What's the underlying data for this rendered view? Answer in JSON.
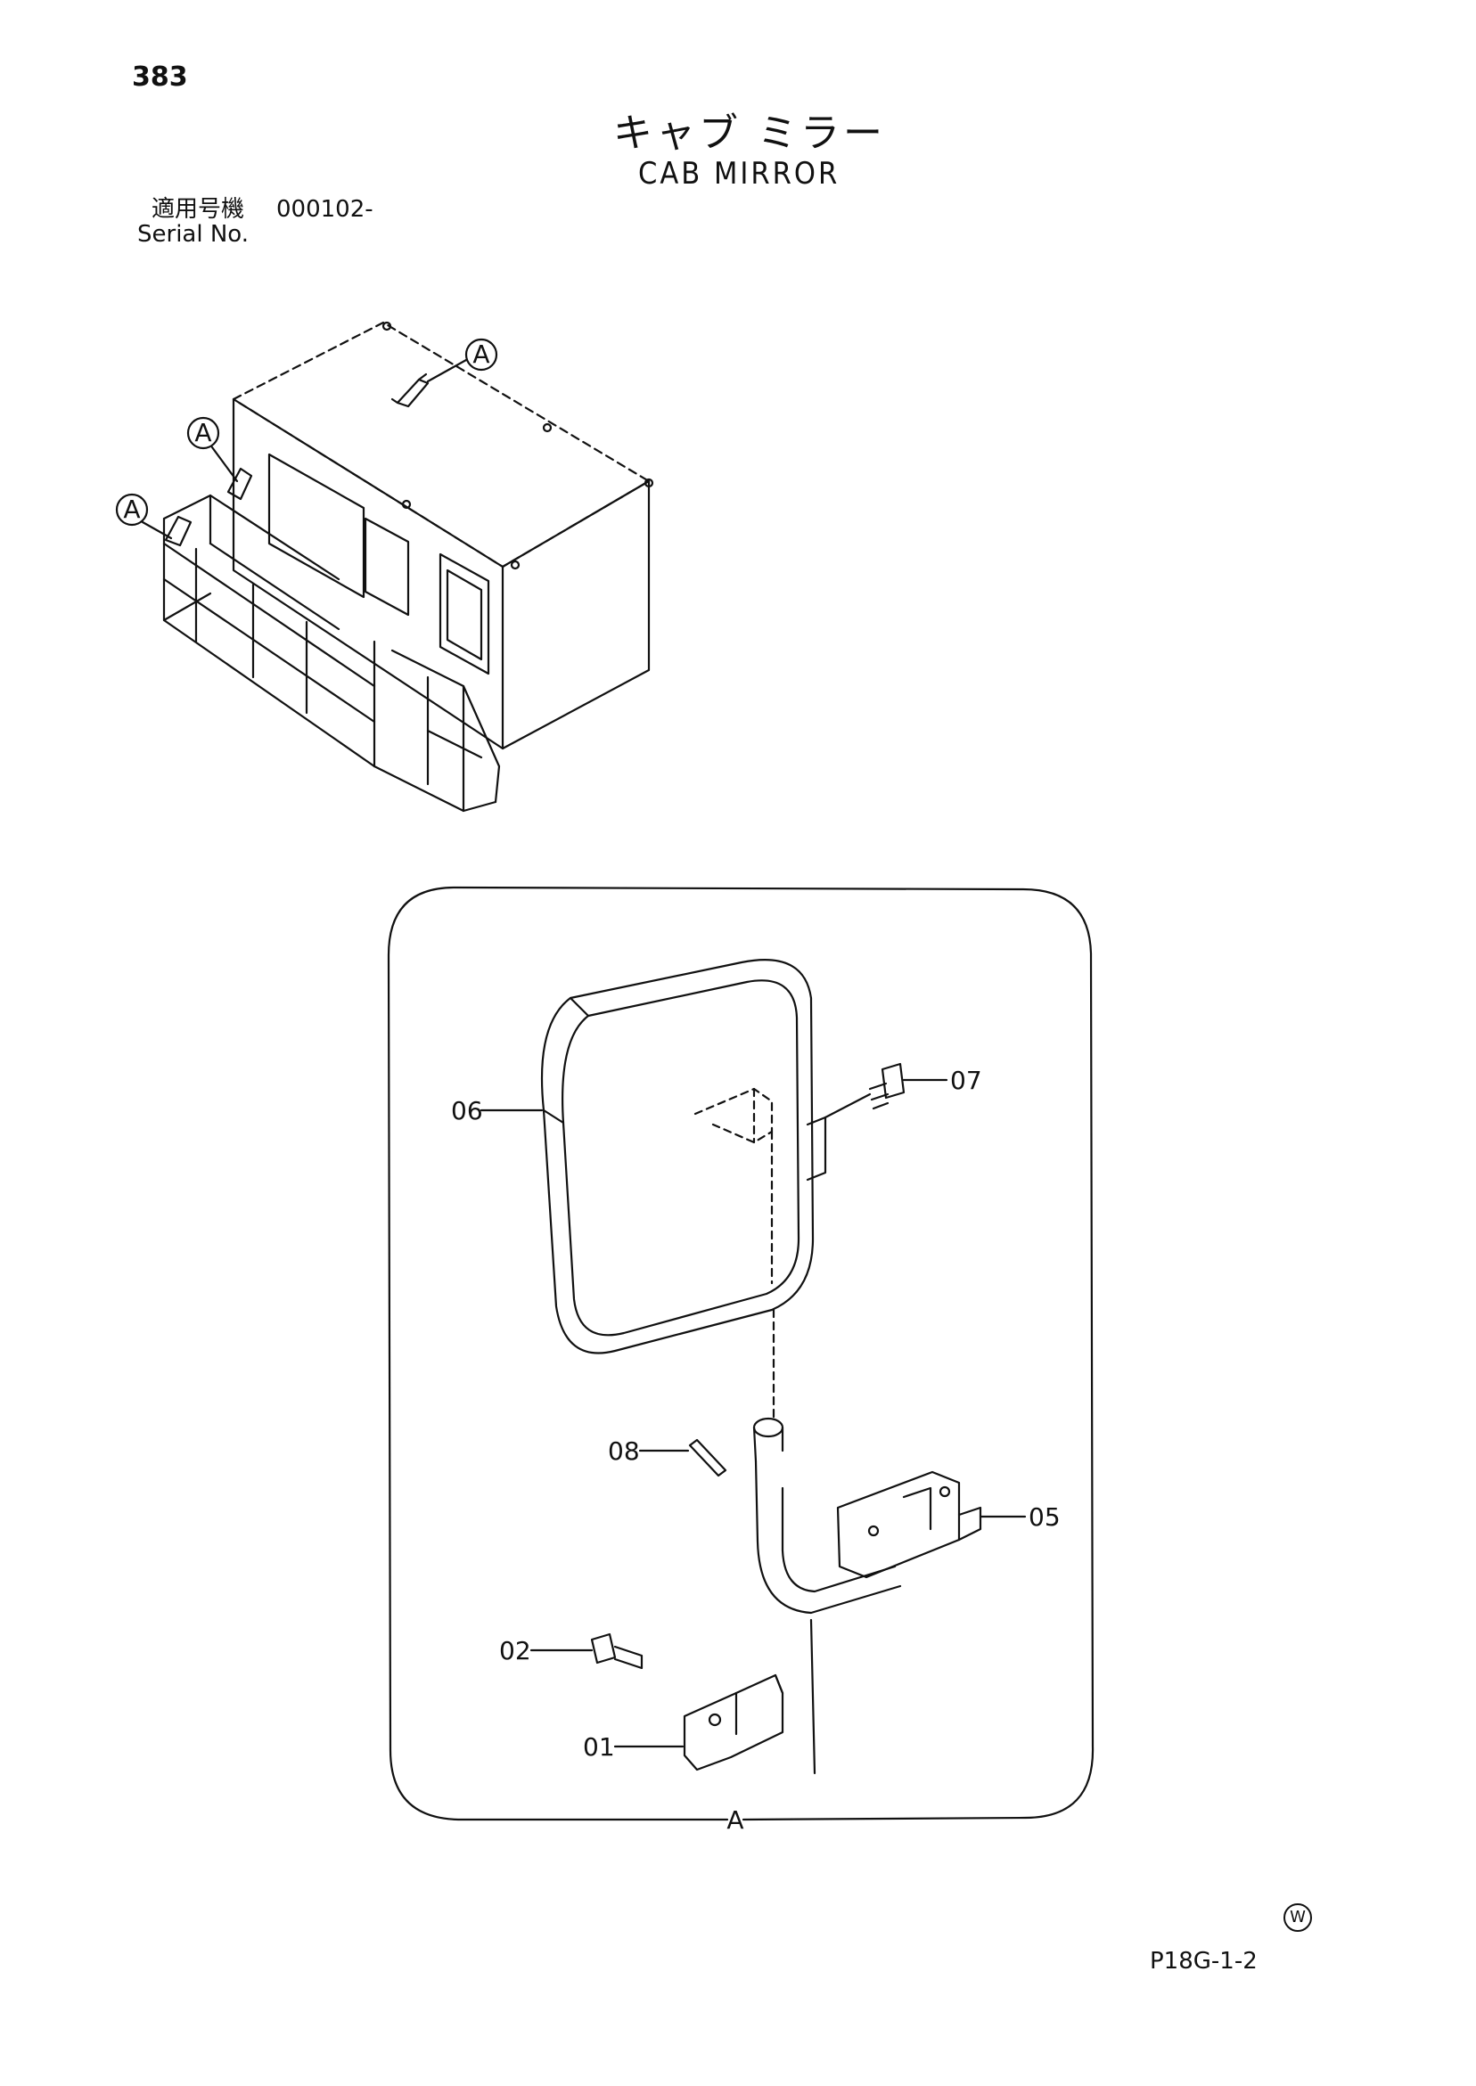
{
  "header": {
    "page_number": "383",
    "title_jp": "キャブ ミラー",
    "title_en": "CAB MIRROR",
    "serial_label_jp": "適用号機",
    "serial_value": "000102-",
    "serial_label_en": "Serial No."
  },
  "overview": {
    "callouts": [
      "A",
      "A",
      "A"
    ]
  },
  "detail": {
    "view_label": "A",
    "parts": [
      {
        "id": "part-06",
        "label": "06"
      },
      {
        "id": "part-07",
        "label": "07"
      },
      {
        "id": "part-08",
        "label": "08"
      },
      {
        "id": "part-05",
        "label": "05"
      },
      {
        "id": "part-02",
        "label": "02"
      },
      {
        "id": "part-01",
        "label": "01"
      }
    ]
  },
  "footer": {
    "page_code": "P18G-1-2",
    "mark": "W"
  }
}
